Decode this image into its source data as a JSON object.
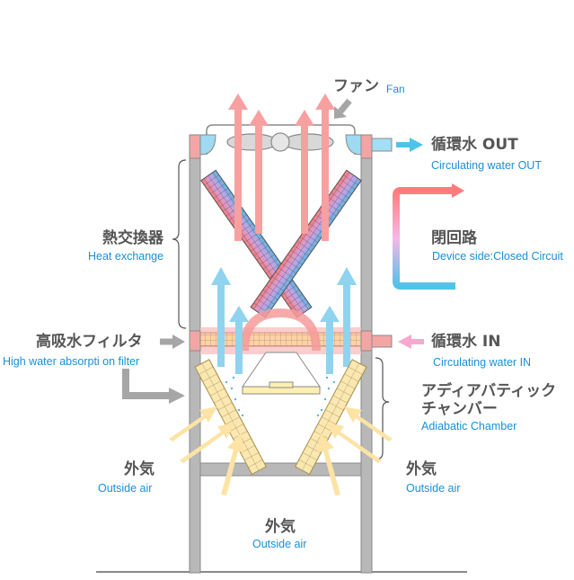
{
  "labels": {
    "fan_jp": "ファン",
    "fan_en": "Fan",
    "water_out_jp": "循環水 OUT",
    "water_out_en": "Circulating water OUT",
    "heat_ex_jp": "熱交換器",
    "heat_ex_en": "Heat exchange",
    "closed_jp": "閉回路",
    "closed_en": "Device side:Closed Circuit",
    "filter_jp": "高吸水フィルタ",
    "filter_en": "High water absorpti on filter",
    "water_in_jp": "循環水 IN",
    "water_in_en": "Circulating water IN",
    "adiabatic_jp_1": "アディアバティック",
    "adiabatic_jp_2": "チャンバー",
    "adiabatic_en": "Adiabatic Chamber",
    "outside_left_jp": "外気",
    "outside_left_en": "Outside air",
    "outside_right_jp": "外気",
    "outside_right_en": "Outside air",
    "outside_bottom_jp": "外気",
    "outside_bottom_en": "Outside air"
  },
  "colors": {
    "frame": "#b8b8b8",
    "frame_stroke": "#8a8a8a",
    "pink_arrow": "#f7a0a0",
    "blue_arrow": "#8fd3ef",
    "yellow_arrow": "#fde3a4",
    "gray_arrow": "#a6a6a6",
    "label_jp": "#555555",
    "label_en": "#1a8fd6",
    "water_out": "#4dc3ea",
    "water_in": "#f7a8d0",
    "pink_pipe": "#f9c5c5"
  }
}
